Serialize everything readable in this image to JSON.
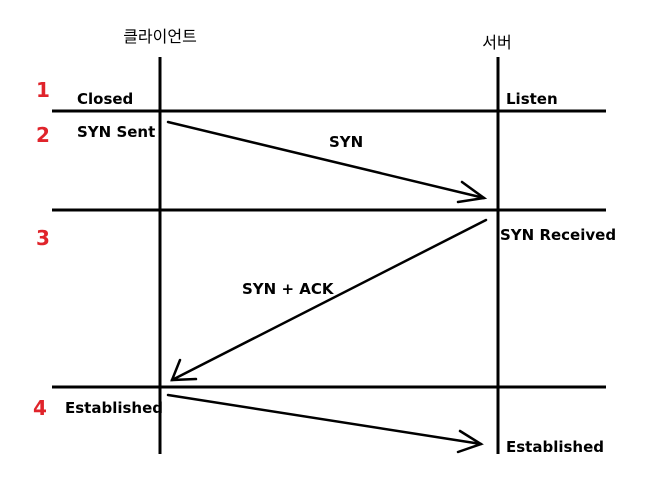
{
  "headers": {
    "client": "클라이언트",
    "server": "서버"
  },
  "steps": [
    "1",
    "2",
    "3",
    "4"
  ],
  "states": {
    "client_closed": "Closed",
    "server_listen": "Listen",
    "client_syn_sent": "SYN Sent",
    "server_syn_received": "SYN Received",
    "client_established": "Established",
    "server_established": "Established"
  },
  "messages": {
    "syn": "SYN",
    "syn_ack": "SYN + ACK"
  },
  "colors": {
    "step_number": "#e0242b",
    "ink": "#000000"
  }
}
